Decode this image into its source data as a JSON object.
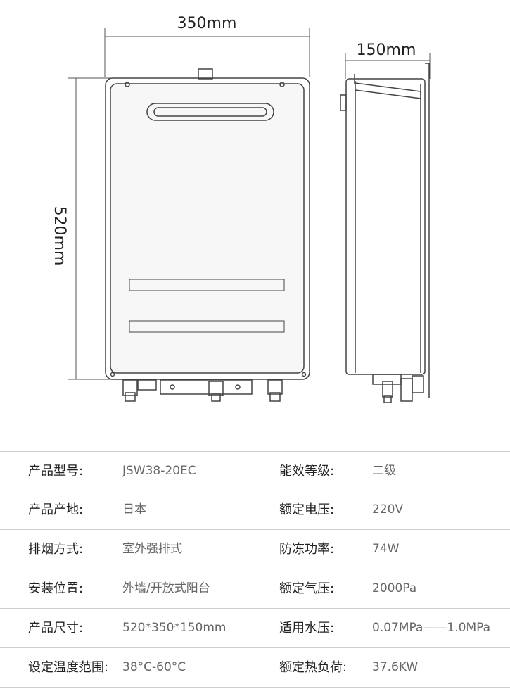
{
  "dimensions": {
    "width": "350mm",
    "depth": "150mm",
    "height": "520mm"
  },
  "specs": [
    {
      "label1": "产品型号:",
      "value1": "JSW38-20EC",
      "label2": "能效等级:",
      "value2": "二级"
    },
    {
      "label1": "产品产地:",
      "value1": "日本",
      "label2": "额定电压:",
      "value2": "220V"
    },
    {
      "label1": "排烟方式:",
      "value1": "室外强排式",
      "label2": "防冻功率:",
      "value2": "74W"
    },
    {
      "label1": "安装位置:",
      "value1": "外墙/开放式阳台",
      "label2": "额定气压:",
      "value2": "2000Pa"
    },
    {
      "label1": "产品尺寸:",
      "value1": "520*350*150mm",
      "label2": "适用水压:",
      "value2": "0.07MPa——1.0MPa"
    },
    {
      "label1": "设定温度范围:",
      "value1": "38°C-60°C",
      "label2": "额定热负荷:",
      "value2": "37.6KW"
    }
  ]
}
